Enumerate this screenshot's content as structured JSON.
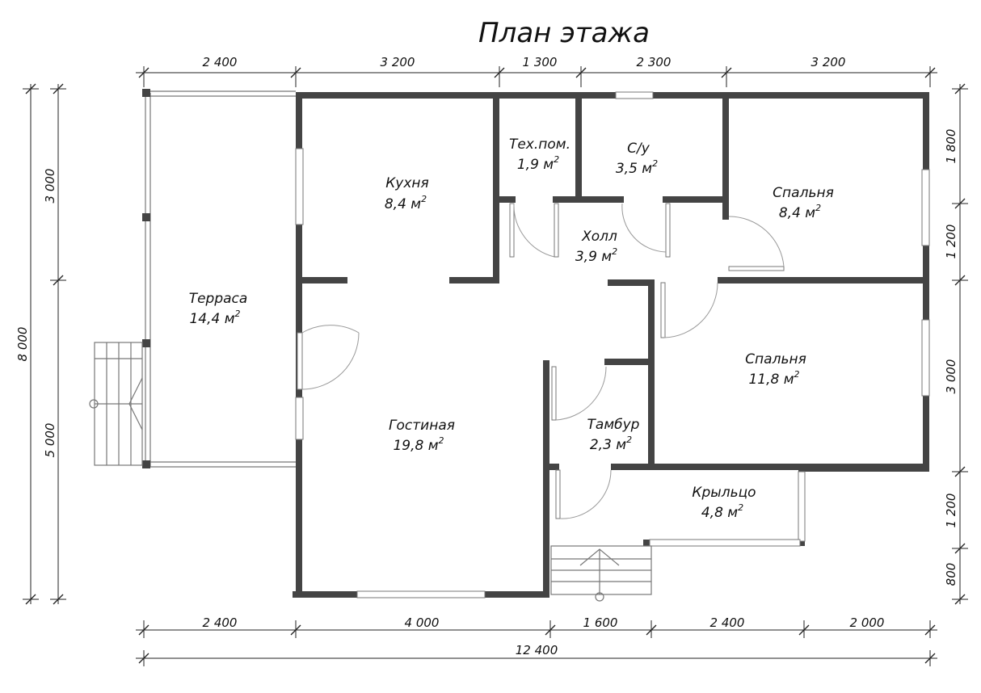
{
  "title": "План этажа",
  "rooms": [
    {
      "name": "Терраса",
      "area": "14,4 м"
    },
    {
      "name": "Кухня",
      "area": "8,4 м"
    },
    {
      "name": "Тех.пом.",
      "area": "1,9 м"
    },
    {
      "name": "С/у",
      "area": "3,5 м"
    },
    {
      "name": "Спальня",
      "area": "8,4 м"
    },
    {
      "name": "Холл",
      "area": "3,9 м"
    },
    {
      "name": "Спальня",
      "area": "11,8 м"
    },
    {
      "name": "Гостиная",
      "area": "19,8 м"
    },
    {
      "name": "Тамбур",
      "area": "2,3 м"
    },
    {
      "name": "Крыльцо",
      "area": "4,8 м"
    }
  ],
  "area_superscript": "2",
  "dimensions": {
    "top": [
      "2 400",
      "3 200",
      "1 300",
      "2 300",
      "3 200"
    ],
    "bottom": [
      "2 400",
      "4 000",
      "1 600",
      "2 400",
      "2 000"
    ],
    "total": "12 400",
    "left_outer": "8 000",
    "left_inner": [
      "3 000",
      "5 000"
    ],
    "right": [
      "1 800",
      "1 200",
      "3 000",
      "1 200",
      "800"
    ]
  }
}
